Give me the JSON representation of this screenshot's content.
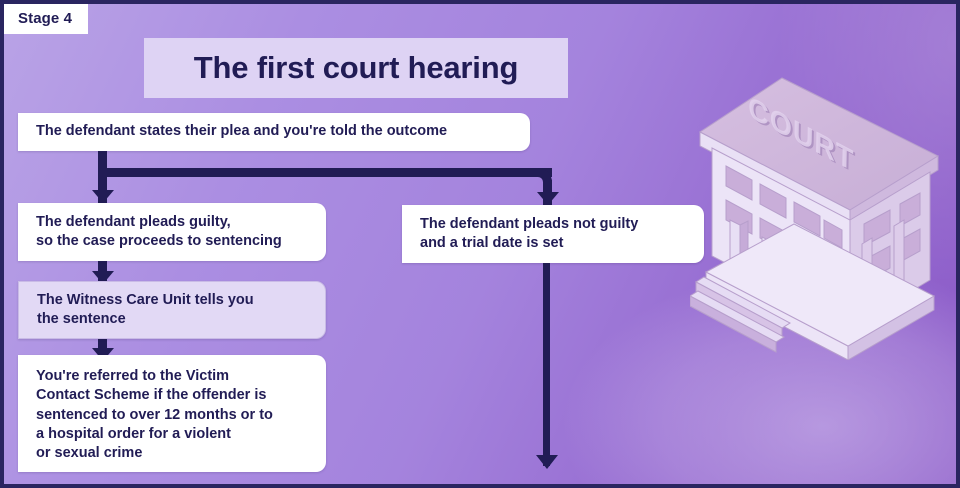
{
  "stage": {
    "badge_label": "Stage 4"
  },
  "title": {
    "text": "The first court hearing"
  },
  "colors": {
    "ink": "#211c55",
    "background_light": "#b9a3e6",
    "background_dark": "#8a59c7",
    "box_white": "#ffffff",
    "box_lavender": "#e2d9f5",
    "title_panel": "#ded3f4",
    "frame": "#2a2560"
  },
  "flow": {
    "plea": {
      "text": "The defendant states their plea and you're told the outcome"
    },
    "guilty": {
      "line1_prefix": "The defendant ",
      "line1_bold": "pleads guilty,",
      "line2": "so the case proceeds to sentencing"
    },
    "witness_care": {
      "line1": "The Witness Care Unit tells you",
      "line2": "the sentence"
    },
    "victim_contact": {
      "line1": "You're referred to the Victim",
      "line2": "Contact Scheme if the offender is",
      "line3": "sentenced to over 12 months or to",
      "line4": "a hospital order for a violent",
      "line5": "or sexual crime"
    },
    "not_guilty": {
      "line1_prefix": "The defendant ",
      "line1_bold": "pleads not guilty",
      "line2": "and a trial date is set"
    }
  },
  "illustration": {
    "building_label": "COURT",
    "description": "isometric-court-building"
  }
}
